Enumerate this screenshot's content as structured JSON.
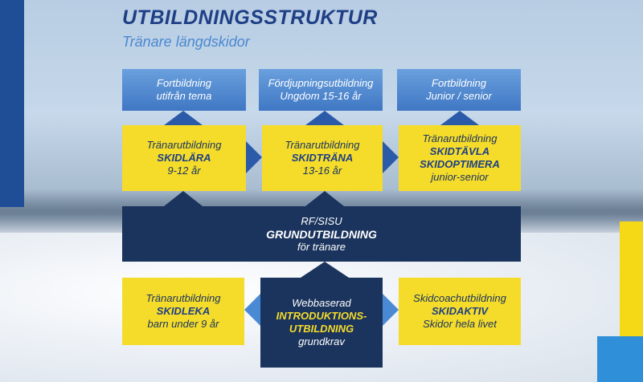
{
  "header": {
    "title": "UTBILDNINGSSTRUKTUR",
    "subtitle": "Tränare längdskidor"
  },
  "top_row": [
    {
      "line1": "Fortbildning",
      "line2": "utifrån tema"
    },
    {
      "line1": "Fördjupningsutbildning",
      "line2": "Ungdom 15-16 år"
    },
    {
      "line1": "Fortbildning",
      "line2": "Junior / senior"
    }
  ],
  "middle_row": [
    {
      "line1": "Tränarutbildning",
      "bold": "SKIDLÄRA",
      "line3": "9-12 år"
    },
    {
      "line1": "Tränarutbildning",
      "bold": "SKIDTRÄNA",
      "line3": "13-16 år"
    },
    {
      "line1": "Tränarutbildning",
      "bold": "SKIDTÄVLA",
      "bold2": "SKIDOPTIMERA",
      "line3": "junior-senior"
    }
  ],
  "center_bar": {
    "line1": "RF/SISU",
    "bold": "GRUNDUTBILDNING",
    "line3": "för tränare"
  },
  "bottom_row": [
    {
      "line1": "Tränarutbildning",
      "bold": "SKIDLEKA",
      "line3": "barn under 9 år"
    },
    {
      "line1": "Webbaserad",
      "bold": "INTRODUKTIONS-",
      "bold2": "UTBILDNING",
      "line3": "grundkrav"
    },
    {
      "line1": "Skidcoachutbildning",
      "bold": "SKIDAKTIV",
      "line3": "Skidor hela livet"
    }
  ],
  "colors": {
    "navy": "#1b345e",
    "blue": "#3f77c4",
    "yellow": "#f5dc2a",
    "title": "#1e3f86"
  }
}
